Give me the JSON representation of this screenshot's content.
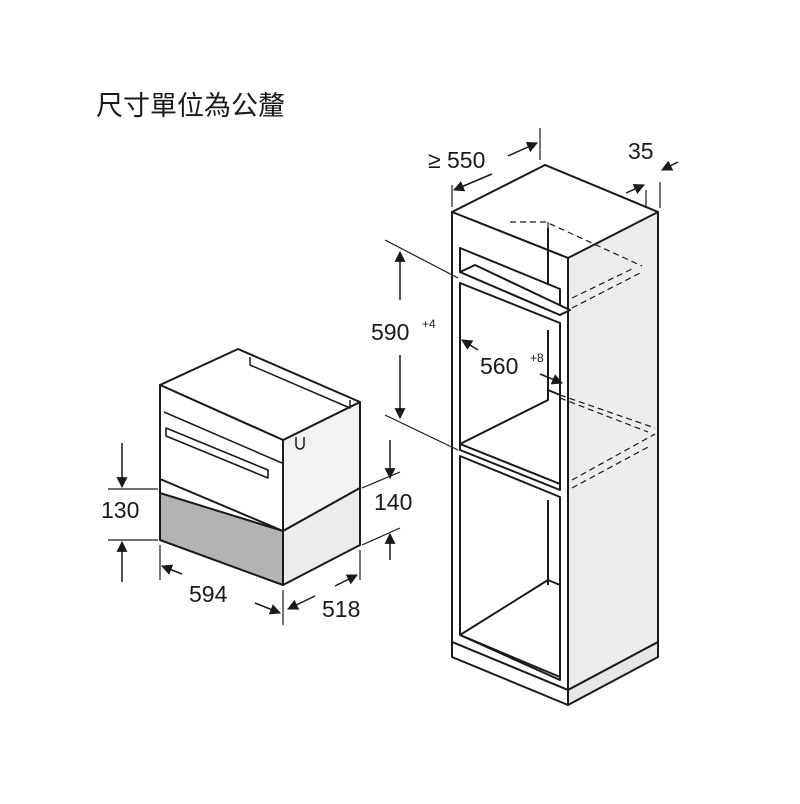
{
  "title": "尺寸單位為公釐",
  "colors": {
    "line": "#1a1a1a",
    "drawer_fill": "#b3b3b3",
    "cabinet_side": "#ececec",
    "inner_wall": "#d0d0d0"
  },
  "icons": [
    "arrow-head-icon",
    "greater-or-equal-icon"
  ],
  "dimensions": {
    "cabinet_depth": "≥ 550",
    "cabinet_panel_thickness": "35",
    "niche_height": "590",
    "niche_height_tolerance": "+4",
    "niche_width": "560",
    "niche_width_tolerance": "+8",
    "drawer_front_height": "130",
    "drawer_side_height": "140",
    "drawer_width": "594",
    "drawer_depth": "518"
  }
}
